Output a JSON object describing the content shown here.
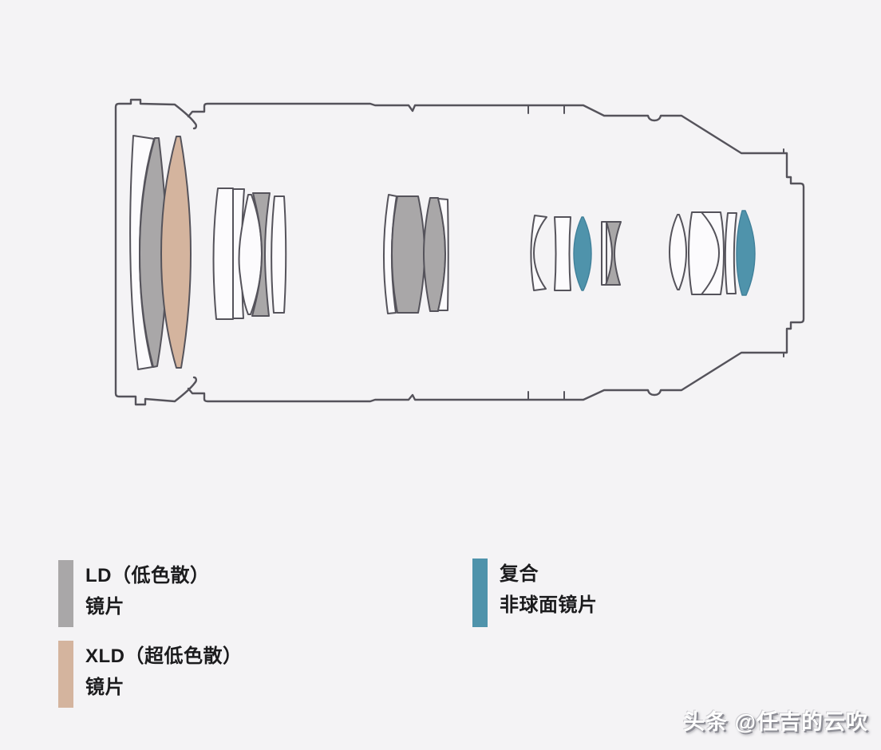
{
  "diagram": {
    "description": "Camera lens optical construction cross-section",
    "groups": [
      "front-group",
      "second-group",
      "middle-group",
      "fourth-group",
      "rear-group"
    ]
  },
  "legend": {
    "items": [
      {
        "id": "ld",
        "swatch_color": "#a9a7a8",
        "line1": "LD（低色散）",
        "line2": "镜片"
      },
      {
        "id": "xld",
        "swatch_color": "#d4b49e",
        "line1": "XLD（超低色散）",
        "line2": "镜片"
      },
      {
        "id": "hybrid",
        "swatch_color": "#4f93ab",
        "line1": "复合",
        "line2": "非球面镜片"
      }
    ]
  },
  "watermark": {
    "text": "头条 @任吉的云吹"
  },
  "colors": {
    "background": "#f4f3f5",
    "outline": "#55535b",
    "ld_glass": "#a9a7a8",
    "xld_glass": "#d4b49e",
    "hybrid_glass": "#4f93ab",
    "plain_glass": "#fcfbfd",
    "legend_text": "#1b1b1d",
    "watermark_text": "#ffffff"
  }
}
